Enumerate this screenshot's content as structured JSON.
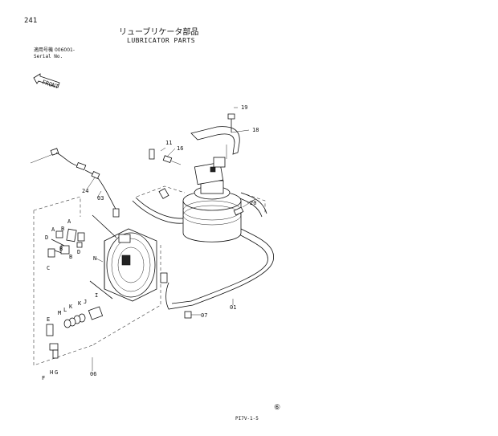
{
  "header": {
    "page_number": "241",
    "title_ja": "リューブリケータ部品",
    "title_en": "LUBRICATOR PARTS",
    "serial_label_ja": "適用号機",
    "serial_value": "006001-",
    "serial_label_en": "Serial No."
  },
  "front_marker": "FRONT",
  "callouts": {
    "c19": "19",
    "c18": "18",
    "c11": "11",
    "c16": "16",
    "c20": "20",
    "c24": "24",
    "c03": "03",
    "c07": "07",
    "c01": "01",
    "c06": "06",
    "A1": "A",
    "A2": "A",
    "B1": "B",
    "B2": "B",
    "B3": "B",
    "C": "C",
    "D1": "D",
    "D2": "D",
    "N": "N",
    "M": "M",
    "L": "L",
    "K1": "K",
    "K2": "K",
    "J": "J",
    "I": "I",
    "E": "E",
    "F": "F",
    "H": "H",
    "G": "G"
  },
  "footer": {
    "code": "PI7V-1-5",
    "mark": "⑥"
  }
}
